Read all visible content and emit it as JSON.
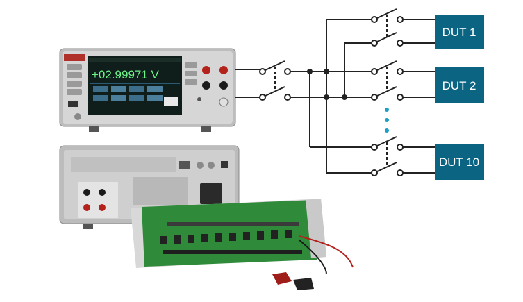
{
  "instrument": {
    "display_reading": "+02.99971 V"
  },
  "duts": [
    {
      "label": "DUT 1"
    },
    {
      "label": "DUT 2"
    },
    {
      "label": "DUT 10"
    }
  ],
  "colors": {
    "dut_box": "#0b6582",
    "ellipsis_dot": "#1aa0c8",
    "wire": "#222222",
    "meter_screen": "#0f1e1a",
    "reading": "#6df58a",
    "card_pcb": "#2f8a3a"
  }
}
